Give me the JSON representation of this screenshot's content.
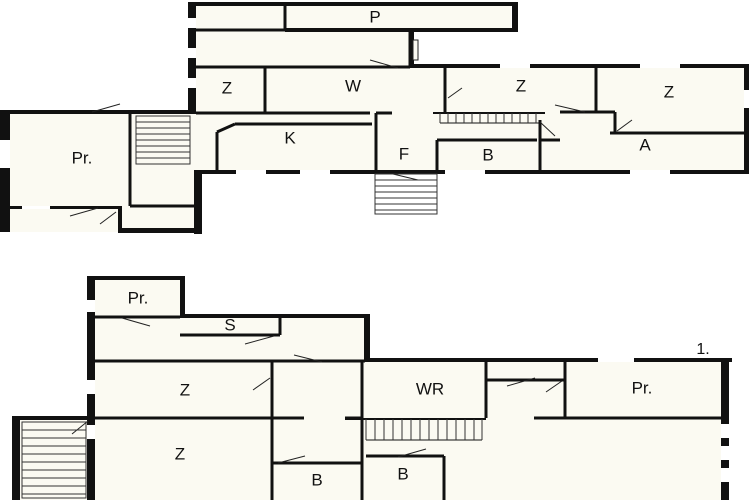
{
  "level_label": "1.",
  "upper_plan": {
    "rooms": [
      {
        "id": "p",
        "label": "P"
      },
      {
        "id": "pr-left",
        "label": "Pr."
      },
      {
        "id": "z-1",
        "label": "Z"
      },
      {
        "id": "w",
        "label": "W"
      },
      {
        "id": "z-2",
        "label": "Z"
      },
      {
        "id": "z-3",
        "label": "Z"
      },
      {
        "id": "k",
        "label": "K"
      },
      {
        "id": "f",
        "label": "F"
      },
      {
        "id": "b",
        "label": "B"
      },
      {
        "id": "a",
        "label": "A"
      }
    ]
  },
  "lower_plan": {
    "rooms": [
      {
        "id": "pr-top",
        "label": "Pr."
      },
      {
        "id": "s",
        "label": "S"
      },
      {
        "id": "z-1",
        "label": "Z"
      },
      {
        "id": "wr",
        "label": "WR"
      },
      {
        "id": "pr-right",
        "label": "Pr."
      },
      {
        "id": "z-2",
        "label": "Z"
      },
      {
        "id": "b-1",
        "label": "B"
      },
      {
        "id": "b-2",
        "label": "B"
      }
    ]
  }
}
